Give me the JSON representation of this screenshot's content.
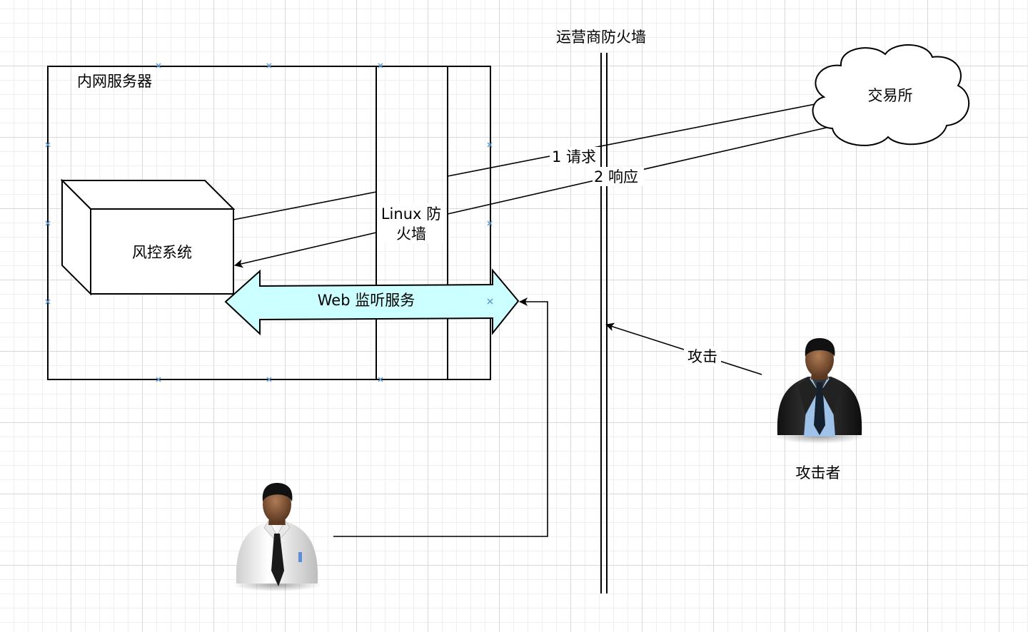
{
  "labels": {
    "intranet_server": "内网服务器",
    "carrier_firewall": "运营商防火墙",
    "exchange": "交易所",
    "risk_control": "风控系统",
    "linux_firewall_line1": "Linux 防",
    "linux_firewall_line2": "火墙",
    "web_listener": "Web 监听服务",
    "request": "1 请求",
    "response": "2 响应",
    "attack": "攻击",
    "attacker": "攻击者"
  },
  "colors": {
    "line": "#000000",
    "web_arrow_fill": "#ccffff",
    "selection_handle": "#5b9bd5"
  },
  "icons": {
    "attacker_figure": "businessman-dark-suit-icon",
    "operator_figure": "man-white-shirt-icon",
    "exchange_shape": "cloud-icon",
    "risk_control_shape": "3d-box-icon"
  }
}
